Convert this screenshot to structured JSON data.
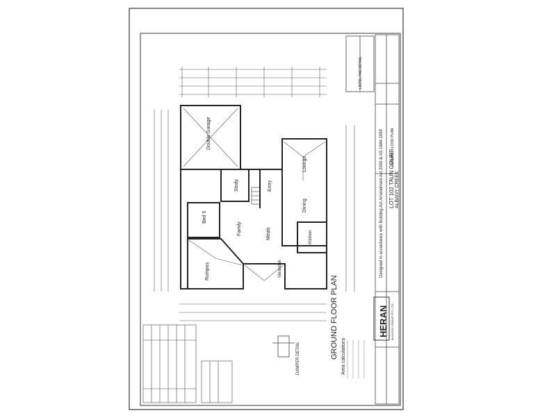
{
  "plan": {
    "title": "GROUND FLOOR PLAN",
    "area_heading": "Area calculations",
    "rooms": {
      "double_garage": "Double Garage",
      "lounge": "Lounge",
      "study": "Study",
      "entry": "Entry",
      "dining": "Dining",
      "family": "Family",
      "meals": "Meals",
      "kitchen": "Kitchen",
      "bed5": "Bed 5",
      "rumpus": "Rumpus",
      "verandah": "Verandah"
    },
    "damper_detail": "DAMPER DETAIL",
    "side_notes": {
      "compliance": "Designed in accordance with Building Act Amendment Act 2000 & AS 1684-1999",
      "lot": "LOT 102 TAUN COURT",
      "suburb": "ALBANY CREEK",
      "sheet": "GROUND FLOOR PLAN",
      "lintel": "LINTEL PAD DETAIL"
    },
    "company": "HERAN",
    "company_sub": "BUILDING GROUP PTY. LTD."
  }
}
